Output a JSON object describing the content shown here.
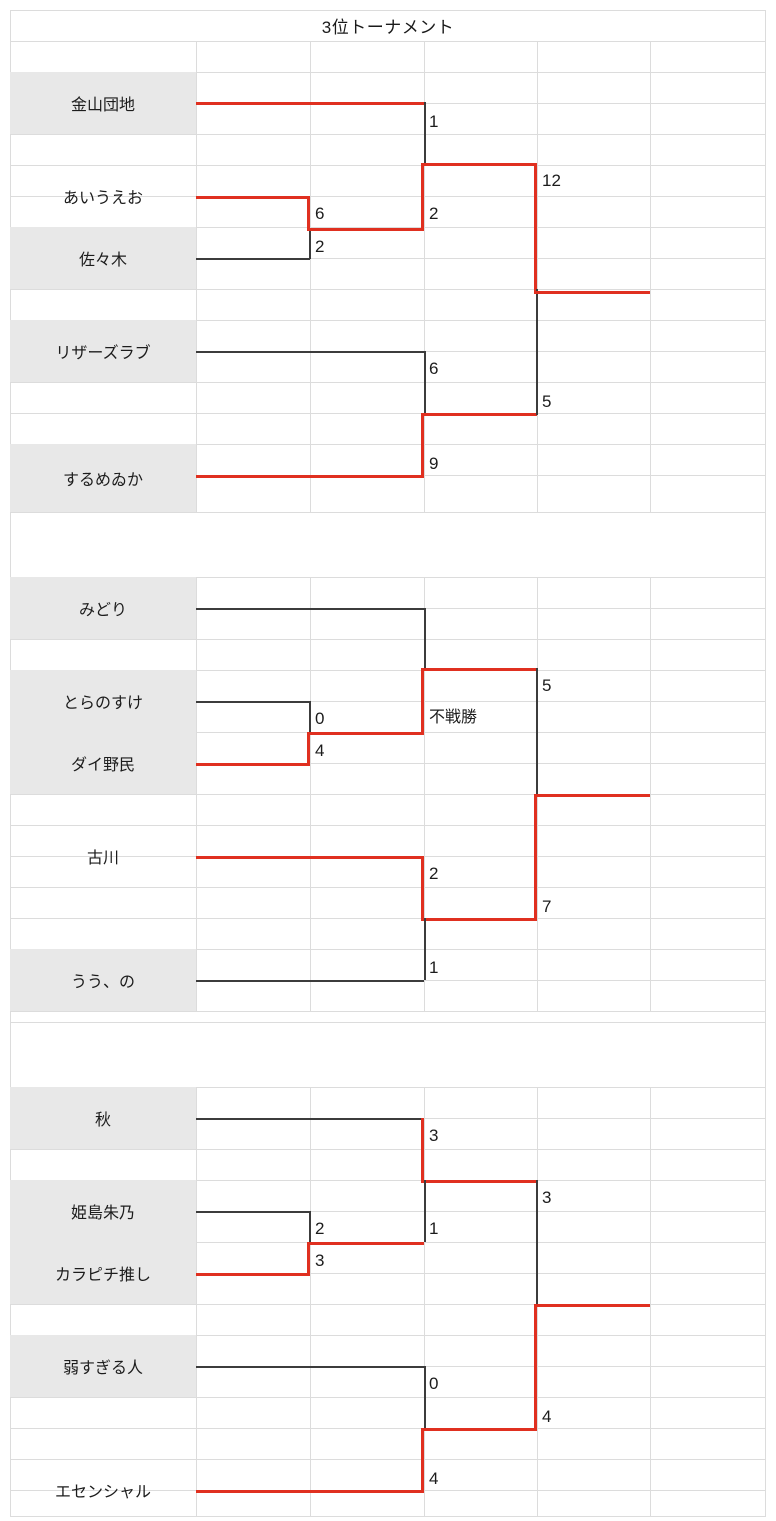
{
  "sheet": {
    "title": "3位トーナメント",
    "colors": {
      "winner_line": "#e03020",
      "loser_line": "#3c3c3c",
      "shaded_cell": "#e8e8e8",
      "grid_line": "#dcdcdc",
      "text": "#1c1c1c"
    }
  },
  "bracket": {
    "blocks": [
      {
        "id": "block-1",
        "teams": [
          {
            "name": "金山団地",
            "shaded": true
          },
          {
            "name": "あいうえお",
            "shaded": false
          },
          {
            "name": "佐々木",
            "shaded": true
          },
          {
            "name": "リザーズラブ",
            "shaded": true
          },
          {
            "name": "するめゐか",
            "shaded": true
          }
        ],
        "scores": {
          "r1_upper": "6",
          "r1_lower": "2",
          "r2_upper": "1",
          "r2_lower": "2",
          "r2b_upper": "6",
          "r2b_lower": "9",
          "r3_upper": "12",
          "r3_lower": "5"
        }
      },
      {
        "id": "block-2",
        "teams": [
          {
            "name": "みどり",
            "shaded": true
          },
          {
            "name": "とらのすけ",
            "shaded": true
          },
          {
            "name": "ダイ野民",
            "shaded": true
          },
          {
            "name": "古川",
            "shaded": false
          },
          {
            "name": "うう、の",
            "shaded": true
          }
        ],
        "scores": {
          "r1_upper": "0",
          "r1_lower": "4",
          "r2_bye": "不戦勝",
          "r2b_upper": "2",
          "r2b_lower": "1",
          "r3_upper": "5",
          "r3_lower": "7"
        }
      },
      {
        "id": "block-3",
        "teams": [
          {
            "name": "秋",
            "shaded": true
          },
          {
            "name": "姫島朱乃",
            "shaded": true
          },
          {
            "name": "カラピチ推し",
            "shaded": true
          },
          {
            "name": "弱すぎる人",
            "shaded": true
          },
          {
            "name": "エセンシャル",
            "shaded": false
          }
        ],
        "scores": {
          "r1_upper": "2",
          "r1_lower": "3",
          "r2_upper": "3",
          "r2_lower": "1",
          "r2b_upper": "0",
          "r2b_lower": "4",
          "r3_upper": "3",
          "r3_lower": "4"
        }
      }
    ]
  }
}
